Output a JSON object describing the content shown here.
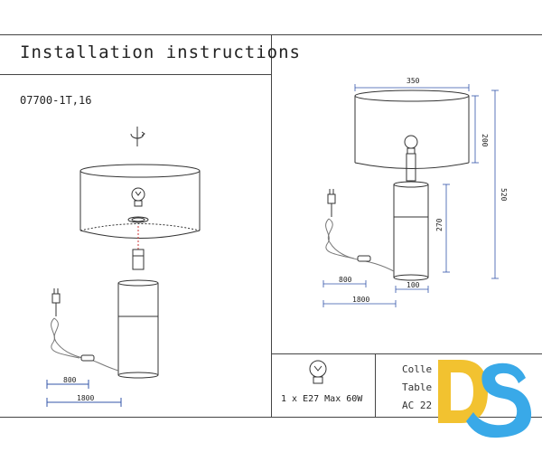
{
  "header": {
    "title": "Installation instructions",
    "model": "07700-1T,16"
  },
  "left_drawing": {
    "dim_switch_cable": "800",
    "dim_total_cable": "1800"
  },
  "right_drawing": {
    "dim_shade_width": "350",
    "dim_shade_height": "200",
    "dim_total_height": "520",
    "dim_base_height": "270",
    "dim_base_width": "100",
    "dim_switch_cable": "800",
    "dim_total_cable": "1800"
  },
  "spec": {
    "bulb": "1 x E27 Max 60W"
  },
  "info": {
    "line1": "Colle",
    "line2": "Table",
    "line3": "AC 22"
  },
  "logo": {
    "text": "DS",
    "colors": {
      "d": "#f2c230",
      "s": "#39a9e8"
    }
  }
}
